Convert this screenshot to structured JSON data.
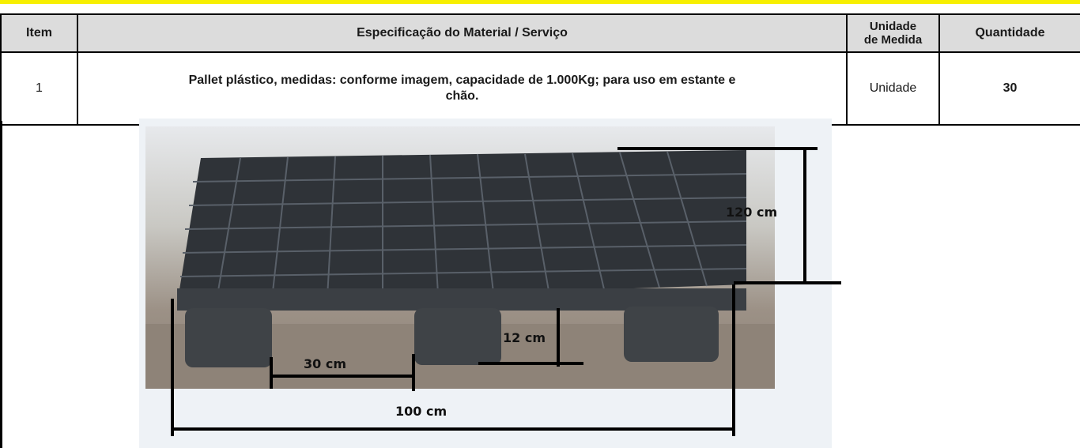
{
  "table": {
    "headers": {
      "item": "Item",
      "spec": "Especificação do Material / Serviço",
      "unit_line1": "Unidade",
      "unit_line2": "de Medida",
      "qty": "Quantidade"
    },
    "rows": [
      {
        "item": "1",
        "description_line1": "Pallet plástico, medidas: conforme imagem, capacidade de 1.000Kg; para uso em estante e",
        "description_line2": "chão.",
        "unit": "Unidade",
        "qty": "30"
      }
    ]
  },
  "figure": {
    "dimensions": {
      "depth": "120 cm",
      "height": "12 cm",
      "foot": "30 cm",
      "width": "100 cm"
    }
  },
  "colors": {
    "banner": "#f7ef00",
    "header_bg": "#dcdcdc",
    "pallet": "#2f3338"
  }
}
